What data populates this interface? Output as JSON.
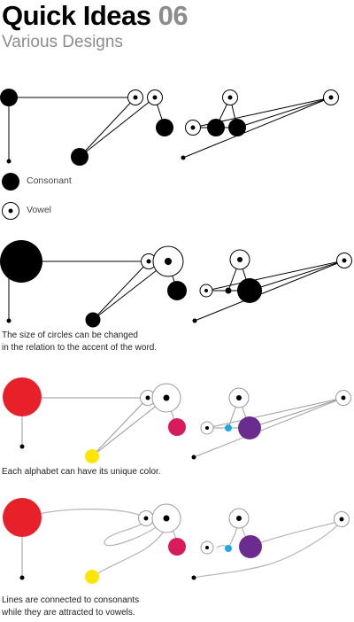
{
  "header": {
    "title": "Quick Ideas",
    "title_number": "06",
    "subtitle": "Various Designs"
  },
  "legend": {
    "consonant_label": "Consonant",
    "vowel_label": "Vowel"
  },
  "captions": {
    "size_line1": "The size of circles can be changed",
    "size_line2": "in the relation to the accent of the word.",
    "color_line1": "Each alphabet can have its unique color.",
    "lines_line1": "Lines are connected to consonants",
    "lines_line2": "while they are attracted to vowels."
  },
  "colors": {
    "consonant_black": "#000000",
    "line_gray": "#9a9a9a",
    "title_gray": "#8c8c8c",
    "red": "#e8202a",
    "magenta": "#d81b5a",
    "yellow": "#ffe600",
    "cyan": "#1fa9e1",
    "purple": "#6a2d8f"
  }
}
